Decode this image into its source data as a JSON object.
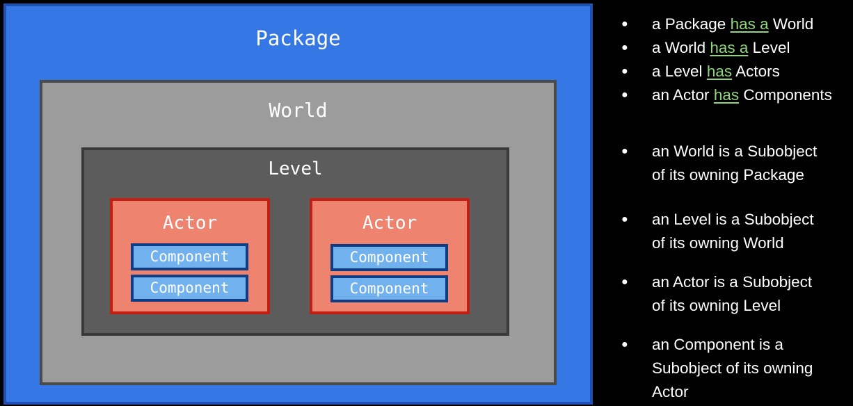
{
  "diagram": {
    "package": "Package",
    "world": "World",
    "level": "Level",
    "actors": [
      {
        "label": "Actor",
        "components": [
          "Component",
          "Component"
        ]
      },
      {
        "label": "Actor",
        "components": [
          "Component",
          "Component"
        ]
      }
    ]
  },
  "notes": {
    "has": [
      {
        "pre": "a Package ",
        "link": "has a",
        "post": " World"
      },
      {
        "pre": "a World ",
        "link": "has a",
        "post": " Level"
      },
      {
        "pre": "a Level ",
        "link": "has",
        "post": " Actors"
      },
      {
        "pre": "an Actor ",
        "link": "has",
        "post": " Components"
      }
    ],
    "subobject": [
      {
        "line1": "an World is a Subobject",
        "line2": "of its owning Package"
      },
      {
        "line1": "an Level is a Subobject",
        "line2": "of its owning World"
      },
      {
        "line1": "an Actor is a Subobject",
        "line2": "of its owning Level"
      },
      {
        "line1": "an Component is a",
        "line2": "Subobject of its owning",
        "line3": "Actor"
      }
    ],
    "bullet": "●"
  },
  "colors": {
    "package": "#3578e5",
    "world": "#9c9c9c",
    "level": "#5c5c5c",
    "actor": "#ee8470",
    "component": "#71b2ee",
    "link": "#8fd67b"
  }
}
